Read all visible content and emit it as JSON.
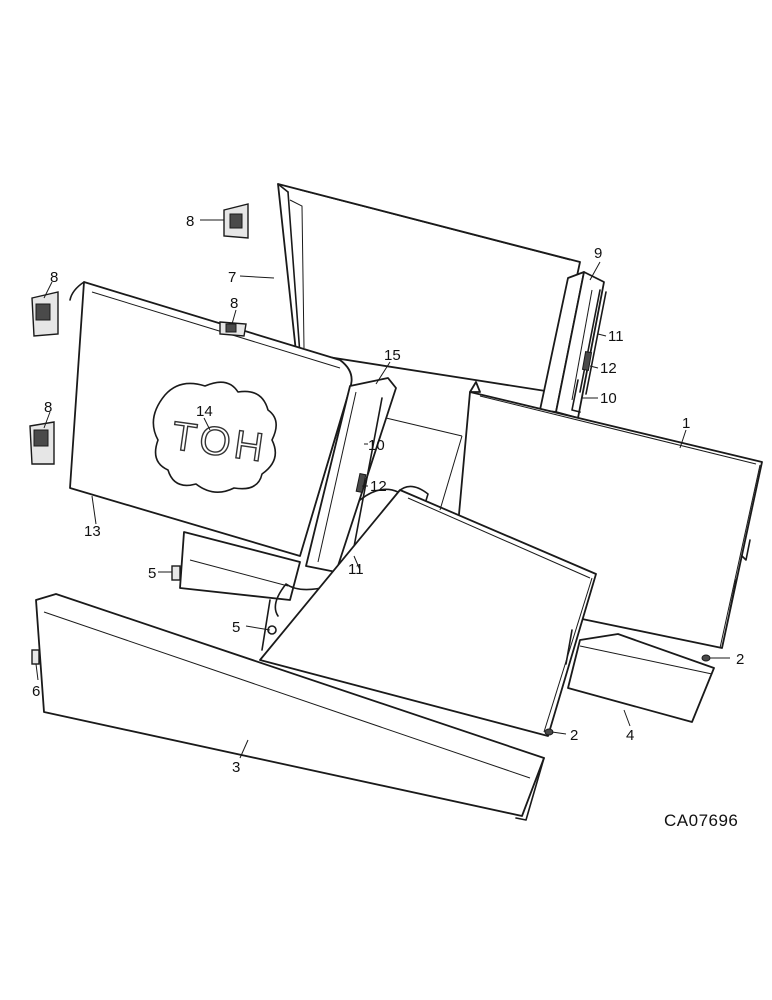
{
  "diagram": {
    "drawing_code": "CA07696",
    "decal_text": "TOH",
    "callouts": [
      "1",
      "2",
      "2",
      "3",
      "4",
      "5",
      "5",
      "6",
      "7",
      "8",
      "8",
      "8",
      "8",
      "9",
      "10",
      "10",
      "11",
      "11",
      "12",
      "12",
      "13",
      "14",
      "15"
    ]
  }
}
